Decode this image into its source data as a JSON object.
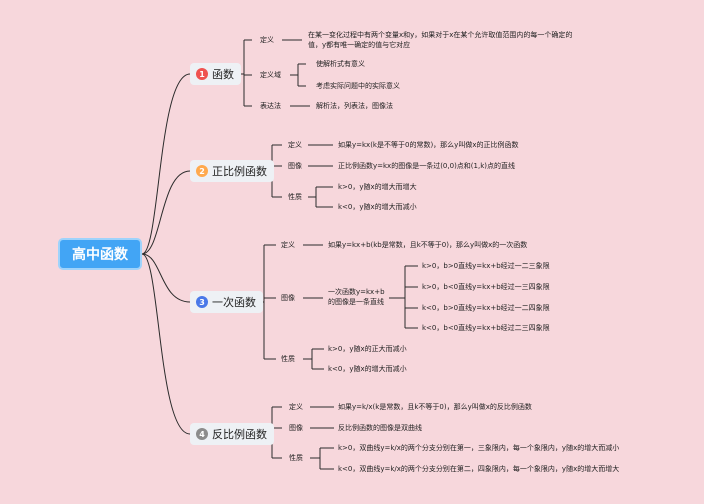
{
  "root": "高中函数",
  "colors": {
    "background": "#f7d7dc",
    "root": "#42a5f5",
    "badge_1": "#ef5350",
    "badge_2": "#ffa94d",
    "badge_3": "#4a78e8",
    "badge_4": "#8c8c8c",
    "line": "#2b2b2b"
  },
  "branches": [
    {
      "badge": "1",
      "title": "函数",
      "items": [
        {
          "label": "定义",
          "text": "在某一变化过程中有两个变量x和y，如果对于x在某个允许取值范围内的每一个确定的值，y都有唯一确定的值与它对应"
        },
        {
          "label": "定义域",
          "children": [
            "使解析式有意义",
            "考虑实际问题中的实际意义"
          ]
        },
        {
          "label": "表达法",
          "text": "解析法，列表法，图像法"
        }
      ]
    },
    {
      "badge": "2",
      "title": "正比例函数",
      "items": [
        {
          "label": "定义",
          "text": "如果y=kx(k是不等于0的常数)，那么y叫做x的正比例函数"
        },
        {
          "label": "图像",
          "text": "正比例函数y=kx的图像是一条过(0,0)点和(1,k)点的直线"
        },
        {
          "label": "性质",
          "children": [
            "k>0，y随x的增大而增大",
            "k<0，y随x的增大而减小"
          ]
        }
      ]
    },
    {
      "badge": "3",
      "title": "一次函数",
      "items": [
        {
          "label": "定义",
          "text": "如果y=kx+b(kb是常数，且k不等于0)，那么y叫做x的一次函数"
        },
        {
          "label": "图像",
          "text": "一次函数y=kx+b的图像是一条直线",
          "children": [
            "k>0，b>0直线y=kx+b经过一二三象限",
            "k>0，b<0直线y=kx+b经过一三四象限",
            "k<0，b>0直线y=kx+b经过一二四象限",
            "k<0，b<0直线y=kx+b经过二三四象限"
          ]
        },
        {
          "label": "性质",
          "children": [
            "k>0，y随x的正大而减小",
            "k<0，y随x的增大而减小"
          ]
        }
      ]
    },
    {
      "badge": "4",
      "title": "反比例函数",
      "items": [
        {
          "label": "定义",
          "text": "如果y=k/x(k是常数，且k不等于0)，那么y叫做x的反比例函数"
        },
        {
          "label": "图像",
          "text": "反比例函数的图像是双曲线"
        },
        {
          "label": "性质",
          "children": [
            "k>0，双曲线y=k/x的两个分支分别在第一，三象限内，每一个象限内，y随x的增大而减小",
            "k<0，双曲线y=k/x的两个分支分别在第二，四象限内，每一个象限内，y随x的增大而增大"
          ]
        }
      ]
    }
  ]
}
